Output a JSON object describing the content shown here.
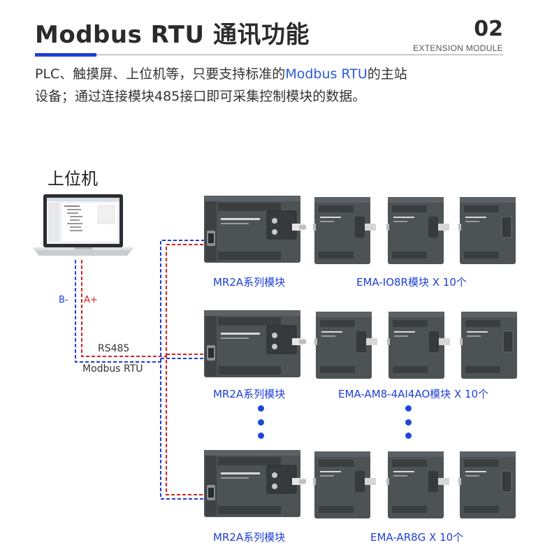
{
  "header": {
    "title": "Modbus RTU 通讯功能",
    "page_number": "02",
    "subtitle": "EXTENSION MODULE"
  },
  "description": {
    "line1_a": "PLC、触摸屏、上位机等，只要支持标准的",
    "line1_highlight": "Modbus RTU",
    "line1_b": "的主站",
    "line2": "设备；通过连接模块485接口即可采集控制模块的数据。"
  },
  "diagram": {
    "host_label": "上位机",
    "signal_b": "B-",
    "signal_a": "A+",
    "bus_label": "RS485",
    "protocol_label": "Modbus RTU",
    "rows": [
      {
        "plc_caption": "MR2A系列模块",
        "ext_caption": "EMA-IO8R模块  X  10个"
      },
      {
        "plc_caption": "MR2A系列模块",
        "ext_caption": "EMA-AM8-4AI4AO模块  X  10个"
      },
      {
        "plc_caption": "MR2A系列模块",
        "ext_caption": "EMA-AR8G  X  10个"
      }
    ]
  },
  "colors": {
    "accent": "#1e3fd6",
    "wire_b": "#1e3fd6",
    "wire_a": "#d62020",
    "module_body": "#4a4f52"
  }
}
